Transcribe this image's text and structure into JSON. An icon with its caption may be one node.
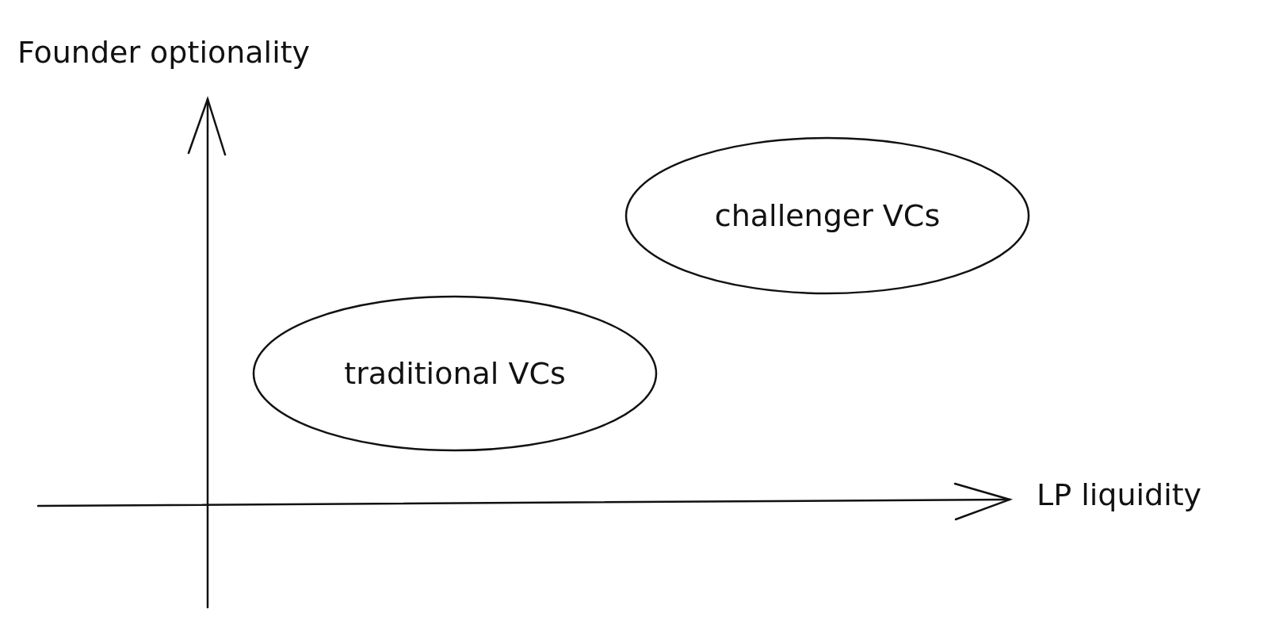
{
  "diagram": {
    "nodes": [
      {
        "text": [
          "challenger VCs"
        ]
      },
      {
        "text": [
          "traditional VCs"
        ]
      }
    ],
    "labels": [
      "Founder optionality",
      "LP liquidity"
    ]
  }
}
